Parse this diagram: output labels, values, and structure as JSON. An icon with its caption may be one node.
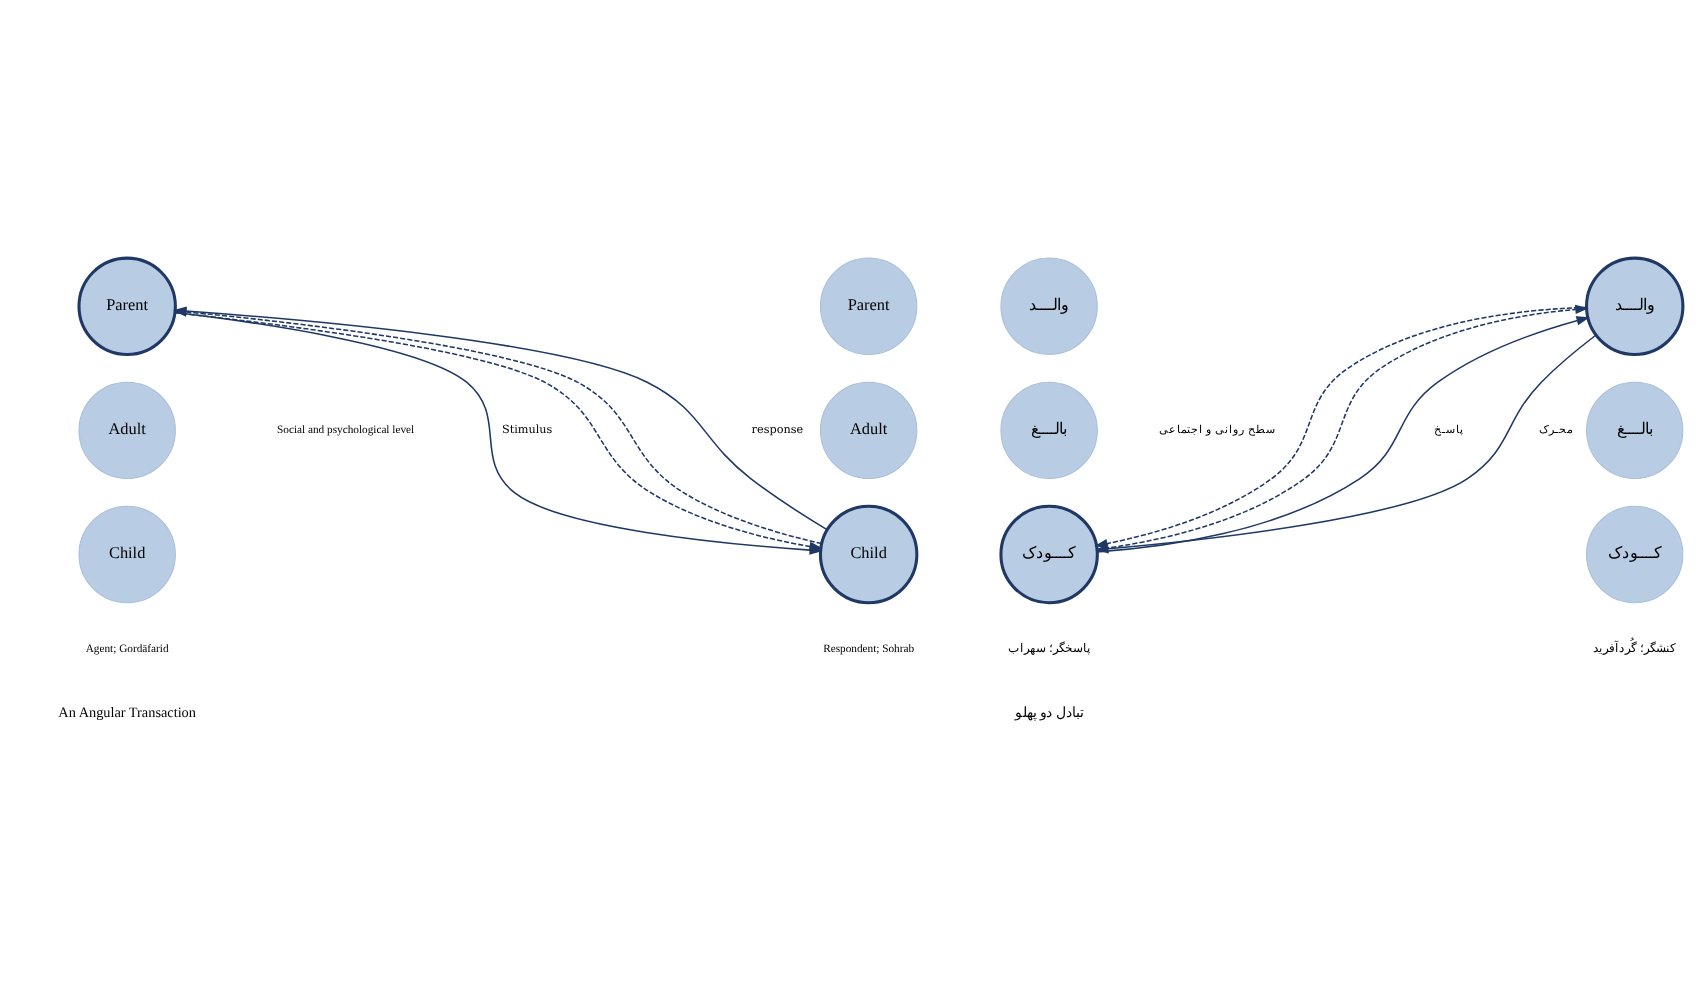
{
  "diagram": {
    "nodes": [
      {
        "text": [
          "Parent"
        ]
      },
      {
        "text": [
          "Adult"
        ]
      },
      {
        "text": [
          "Child"
        ]
      },
      {
        "text": [
          "Parent"
        ]
      },
      {
        "text": [
          "Adult"
        ]
      },
      {
        "text": [
          "Child"
        ]
      },
      {
        "text": [
          "والــــد"
        ]
      },
      {
        "text": [
          "بالــــغ"
        ]
      },
      {
        "text": [
          "کــــودک"
        ]
      },
      {
        "text": [
          "والــــد"
        ]
      },
      {
        "text": [
          "بالــــغ"
        ]
      },
      {
        "text": [
          "کــــودک"
        ]
      }
    ],
    "edges": [
      {
        "from": 0,
        "to": 5,
        "arrow": "to",
        "label": "Stimulus"
      },
      {
        "from": 0,
        "to": 5,
        "arrow": "to",
        "style": "dashed"
      },
      {
        "from": 5,
        "to": 0,
        "arrow": "to",
        "label": "response"
      },
      {
        "from": 5,
        "to": 0,
        "arrow": "to",
        "style": "dashed"
      },
      {
        "from": 9,
        "to": 8,
        "arrow": "to",
        "label": "محـرک"
      },
      {
        "from": 9,
        "to": 8,
        "arrow": "to",
        "style": "dashed"
      },
      {
        "from": 8,
        "to": 9,
        "arrow": "to",
        "label": "پاسـخ"
      },
      {
        "from": 8,
        "to": 9,
        "arrow": "to",
        "style": "dashed"
      }
    ],
    "labels": [
      "Social and psychological level",
      "سطح روانی و اجتماعی",
      "Agent; Gordāfarid",
      "Respondent; Sohrab",
      "پاسخگر؛ سهراب",
      "کنشگر؛ گُردآفرید",
      "An Angular Transaction",
      "تبادل دو پهلو"
    ]
  }
}
